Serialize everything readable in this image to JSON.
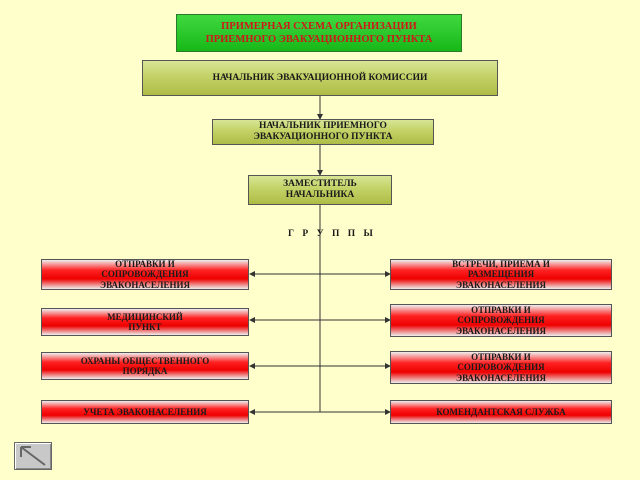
{
  "title": "ПРИМЕРНАЯ СХЕМА ОРГАНИЗАЦИИ\nПРИЕМНОГО ЭВАКУАЦИОННОГО ПУНКТА",
  "hierarchy": {
    "commission_head": "НАЧАЛЬНИК ЭВАКУАЦИОННОЙ КОМИССИИ",
    "point_head": "НАЧАЛЬНИК ПРИЕМНОГО\nЭВАКУАЦИОННОГО ПУНКТА",
    "deputy": "ЗАМЕСТИТЕЛЬ\nНАЧАЛЬНИКА"
  },
  "groups_label": "Г Р У П П Ы",
  "groups_left": [
    "ОТПРАВКИ И\nСОПРОВОЖДЕНИЯ\nЭВАКОНАСЕЛЕНИЯ",
    "МЕДИЦИНСКИЙ\nПУНКТ",
    "ОХРАНЫ ОБЩЕСТВЕННОГО\nПОРЯДКА",
    "УЧЕТА ЭВАКОНАСЕЛЕНИЯ"
  ],
  "groups_right": [
    "ВСТРЕЧИ, ПРИЕМА И\nРАЗМЕЩЕНИЯ\nЭВАКОНАСЕЛЕНИЯ",
    "ОТПРАВКИ И\nСОПРОВОЖДЕНИЯ\nЭВАКОНАСЕЛЕНИЯ",
    "ОТПРАВКИ И\nСОПРОВОЖДЕНИЯ\nЭВАКОНАСЕЛЕНИЯ",
    "КОМЕНДАНТСКАЯ СЛУЖБА"
  ],
  "colors": {
    "background": "#ffffcc",
    "title_box": "#22c322",
    "title_text": "#cc1a1a",
    "head_boxes": "#c3d266",
    "group_boxes": "#ff1a1a",
    "connectors": "#333333"
  },
  "icons": {
    "nav_button": "back-arrow-icon"
  }
}
